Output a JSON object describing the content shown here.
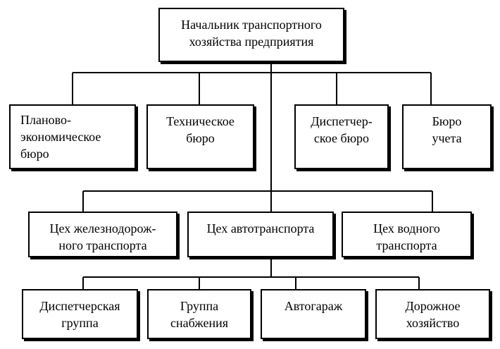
{
  "diagram": {
    "root": {
      "label": "Начальник транспортного\nхозяйства предприятия"
    },
    "bureaus": [
      {
        "label": "Планово-\nэкономическое\nбюро"
      },
      {
        "label": "Техническое\nбюро"
      },
      {
        "label": "Диспетчер-\nское бюро"
      },
      {
        "label": "Бюро\nучета"
      }
    ],
    "shops": [
      {
        "label": "Цех железнодорож-\nного транспорта"
      },
      {
        "label": "Цех автотранспорта"
      },
      {
        "label": "Цех водного\nтранспорта"
      }
    ],
    "groups": [
      {
        "label": "Диспетчерская\nгруппа"
      },
      {
        "label": "Группа\nснабжения"
      },
      {
        "label": "Автогараж"
      },
      {
        "label": "Дорожное\nхозяйство"
      }
    ]
  },
  "colors": {
    "line": "#000000",
    "box_border": "#000000",
    "background": "#ffffff"
  }
}
